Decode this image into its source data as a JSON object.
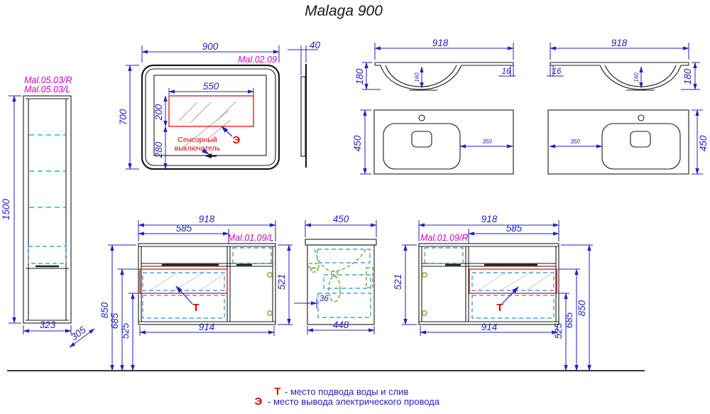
{
  "title": "Malaga 900",
  "colors": {
    "dimension_blue": "#2222c2",
    "label_magenta": "#cc00cc",
    "marker_red": "#e00000",
    "shelf_cyan": "#00c8c8",
    "drawer_dash_blue": "#4aa0dc",
    "plumbing_green": "#5aa528",
    "panel_fill_gray": "#e3e3e3",
    "line_black": "#1a1a1a"
  },
  "mirror_front": {
    "label": "Mal.02.09",
    "width": "900",
    "height": "700",
    "lamp_width": "550",
    "lamp_height": "200",
    "lamp_bottom_offset": "280",
    "sensor_line1": "Сенсорный",
    "sensor_line2": "выключатель",
    "electric_mark": "Э"
  },
  "mirror_side": {
    "thickness": "40"
  },
  "washbasin_left_front": {
    "width": "918",
    "height": "180",
    "bowl_depth": "160",
    "edge_thickness": "16"
  },
  "washbasin_right_front": {
    "width": "918",
    "height": "180",
    "bowl_depth": "160",
    "edge_thickness": "16"
  },
  "washbasin_left_plan": {
    "depth": "450",
    "bowl_offset": "350"
  },
  "washbasin_right_plan": {
    "depth": "450",
    "bowl_offset": "350"
  },
  "tall_cabinet": {
    "label_right": "Mal.05.03/R",
    "label_left": "Mal.05.03/L",
    "height": "1500",
    "width": "323",
    "depth": "305"
  },
  "vanity_left": {
    "label": "Mal.01.09/L",
    "width": "918",
    "drawer_zone_width": "585",
    "height_total": "850",
    "height_drain": "685",
    "height_bottom": "525",
    "body_height": "521",
    "body_width": "914",
    "water_mark": "Т"
  },
  "vanity_side": {
    "top_depth": "450",
    "body_depth": "448",
    "gap": "36"
  },
  "vanity_right": {
    "label": "Mal.01.09/R",
    "width": "918",
    "drawer_zone_width": "585",
    "height_total": "850",
    "height_drain": "685",
    "height_bottom": "525",
    "body_height": "521",
    "body_width": "914",
    "water_mark": "Т"
  },
  "legend": {
    "water_symbol": "Т",
    "water_text": "- место подвода воды и слив",
    "electric_symbol": "Э",
    "electric_text": "- место вывода электрического провода"
  }
}
